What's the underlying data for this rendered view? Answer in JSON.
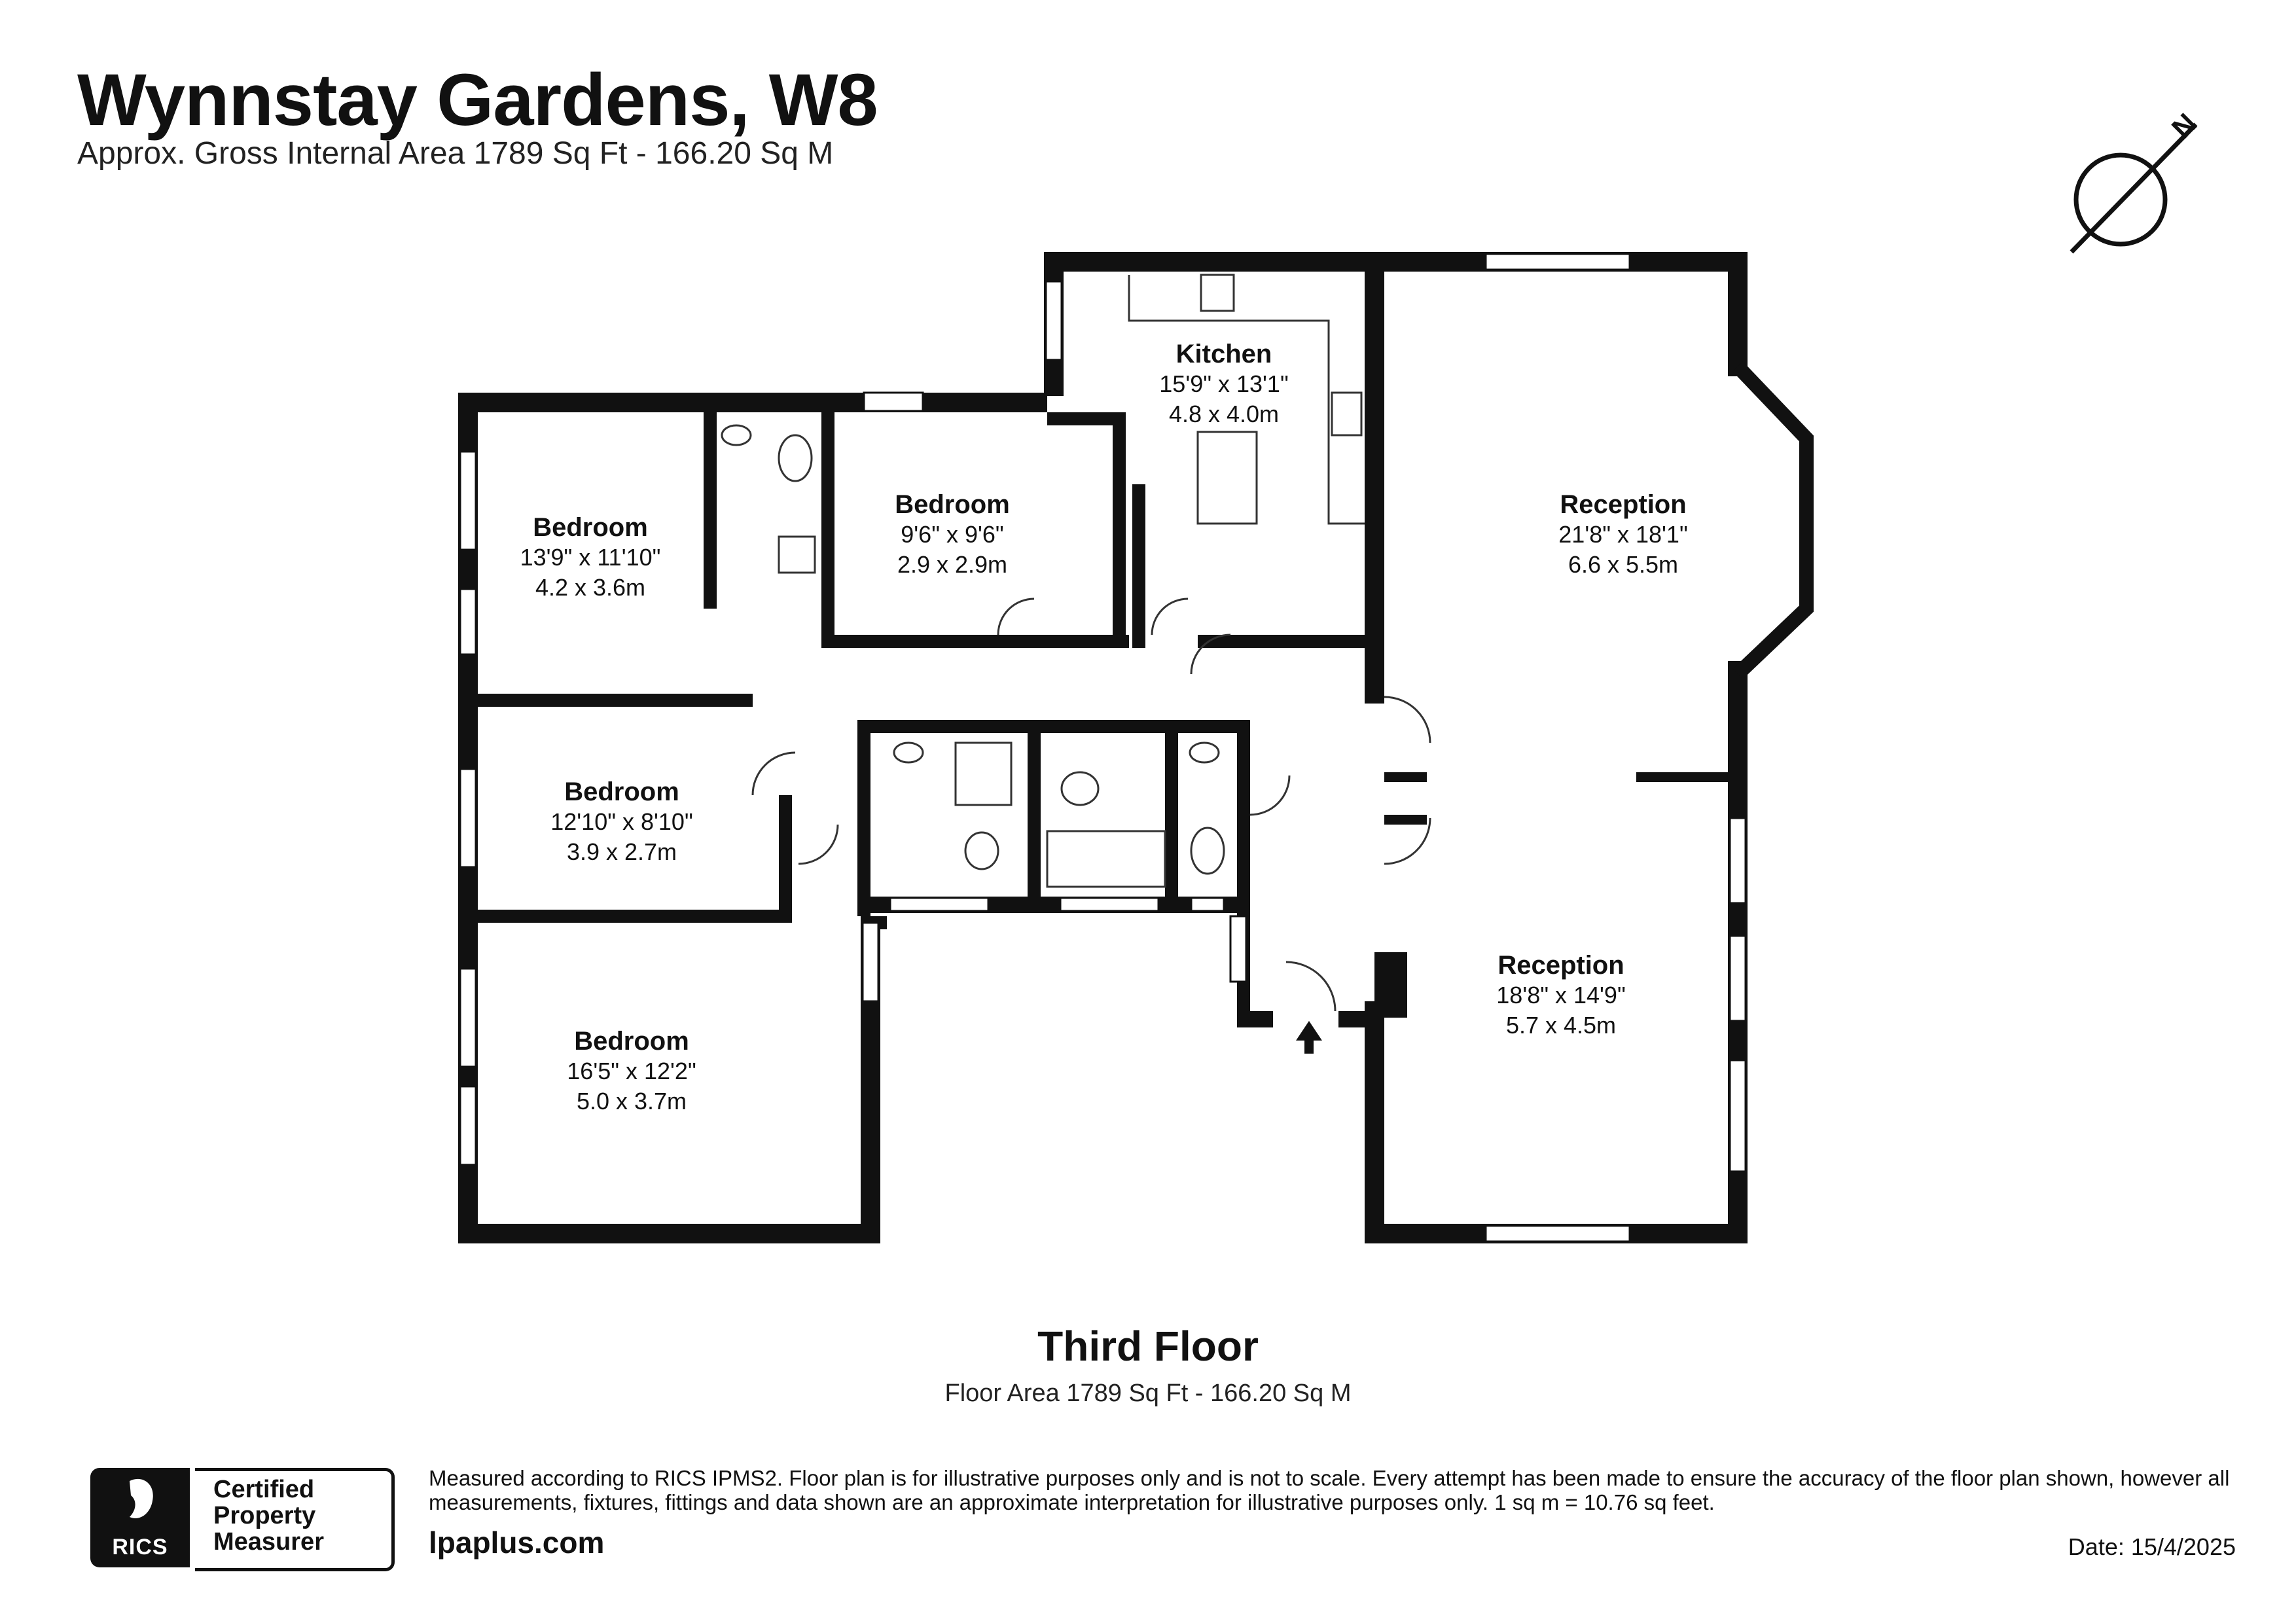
{
  "header": {
    "title": "Wynnstay Gardens, W8",
    "subtitle": "Approx. Gross Internal Area 1789 Sq Ft - 166.20 Sq M"
  },
  "compass": {
    "label": "N"
  },
  "rooms": {
    "kitchen": {
      "name": "Kitchen",
      "imperial": "15'9\" x 13'1\"",
      "metric": "4.8 x 4.0m"
    },
    "bedroom_small": {
      "name": "Bedroom",
      "imperial": "9'6\" x 9'6\"",
      "metric": "2.9 x 2.9m"
    },
    "bedroom_top_left": {
      "name": "Bedroom",
      "imperial": "13'9\" x 11'10\"",
      "metric": "4.2 x 3.6m"
    },
    "bedroom_mid_left": {
      "name": "Bedroom",
      "imperial": "12'10\" x 8'10\"",
      "metric": "3.9 x 2.7m"
    },
    "bedroom_bottom_left": {
      "name": "Bedroom",
      "imperial": "16'5\" x 12'2\"",
      "metric": "5.0 x 3.7m"
    },
    "reception_upper": {
      "name": "Reception",
      "imperial": "21'8\" x 18'1\"",
      "metric": "6.6 x 5.5m"
    },
    "reception_lower": {
      "name": "Reception",
      "imperial": "18'8\" x 14'9\"",
      "metric": "5.7 x 4.5m"
    }
  },
  "floor": {
    "name": "Third Floor",
    "area": "Floor Area 1789 Sq Ft - 166.20 Sq M"
  },
  "footer": {
    "rics_label": "RICS",
    "certified_lines": [
      "Certified",
      "Property",
      "Measurer"
    ],
    "disclaimer": "Measured according to RICS IPMS2. Floor plan is for illustrative purposes only and is not to scale. Every attempt has been made to ensure the accuracy of the floor plan shown, however all measurements, fixtures, fittings and data shown are an approximate interpretation for illustrative purposes only. 1 sq m = 10.76 sq feet.",
    "website": "lpaplus.com",
    "date": "Date: 15/4/2025"
  },
  "colors": {
    "wall": "#111111",
    "background": "#ffffff",
    "fixture_stroke": "#333333"
  }
}
